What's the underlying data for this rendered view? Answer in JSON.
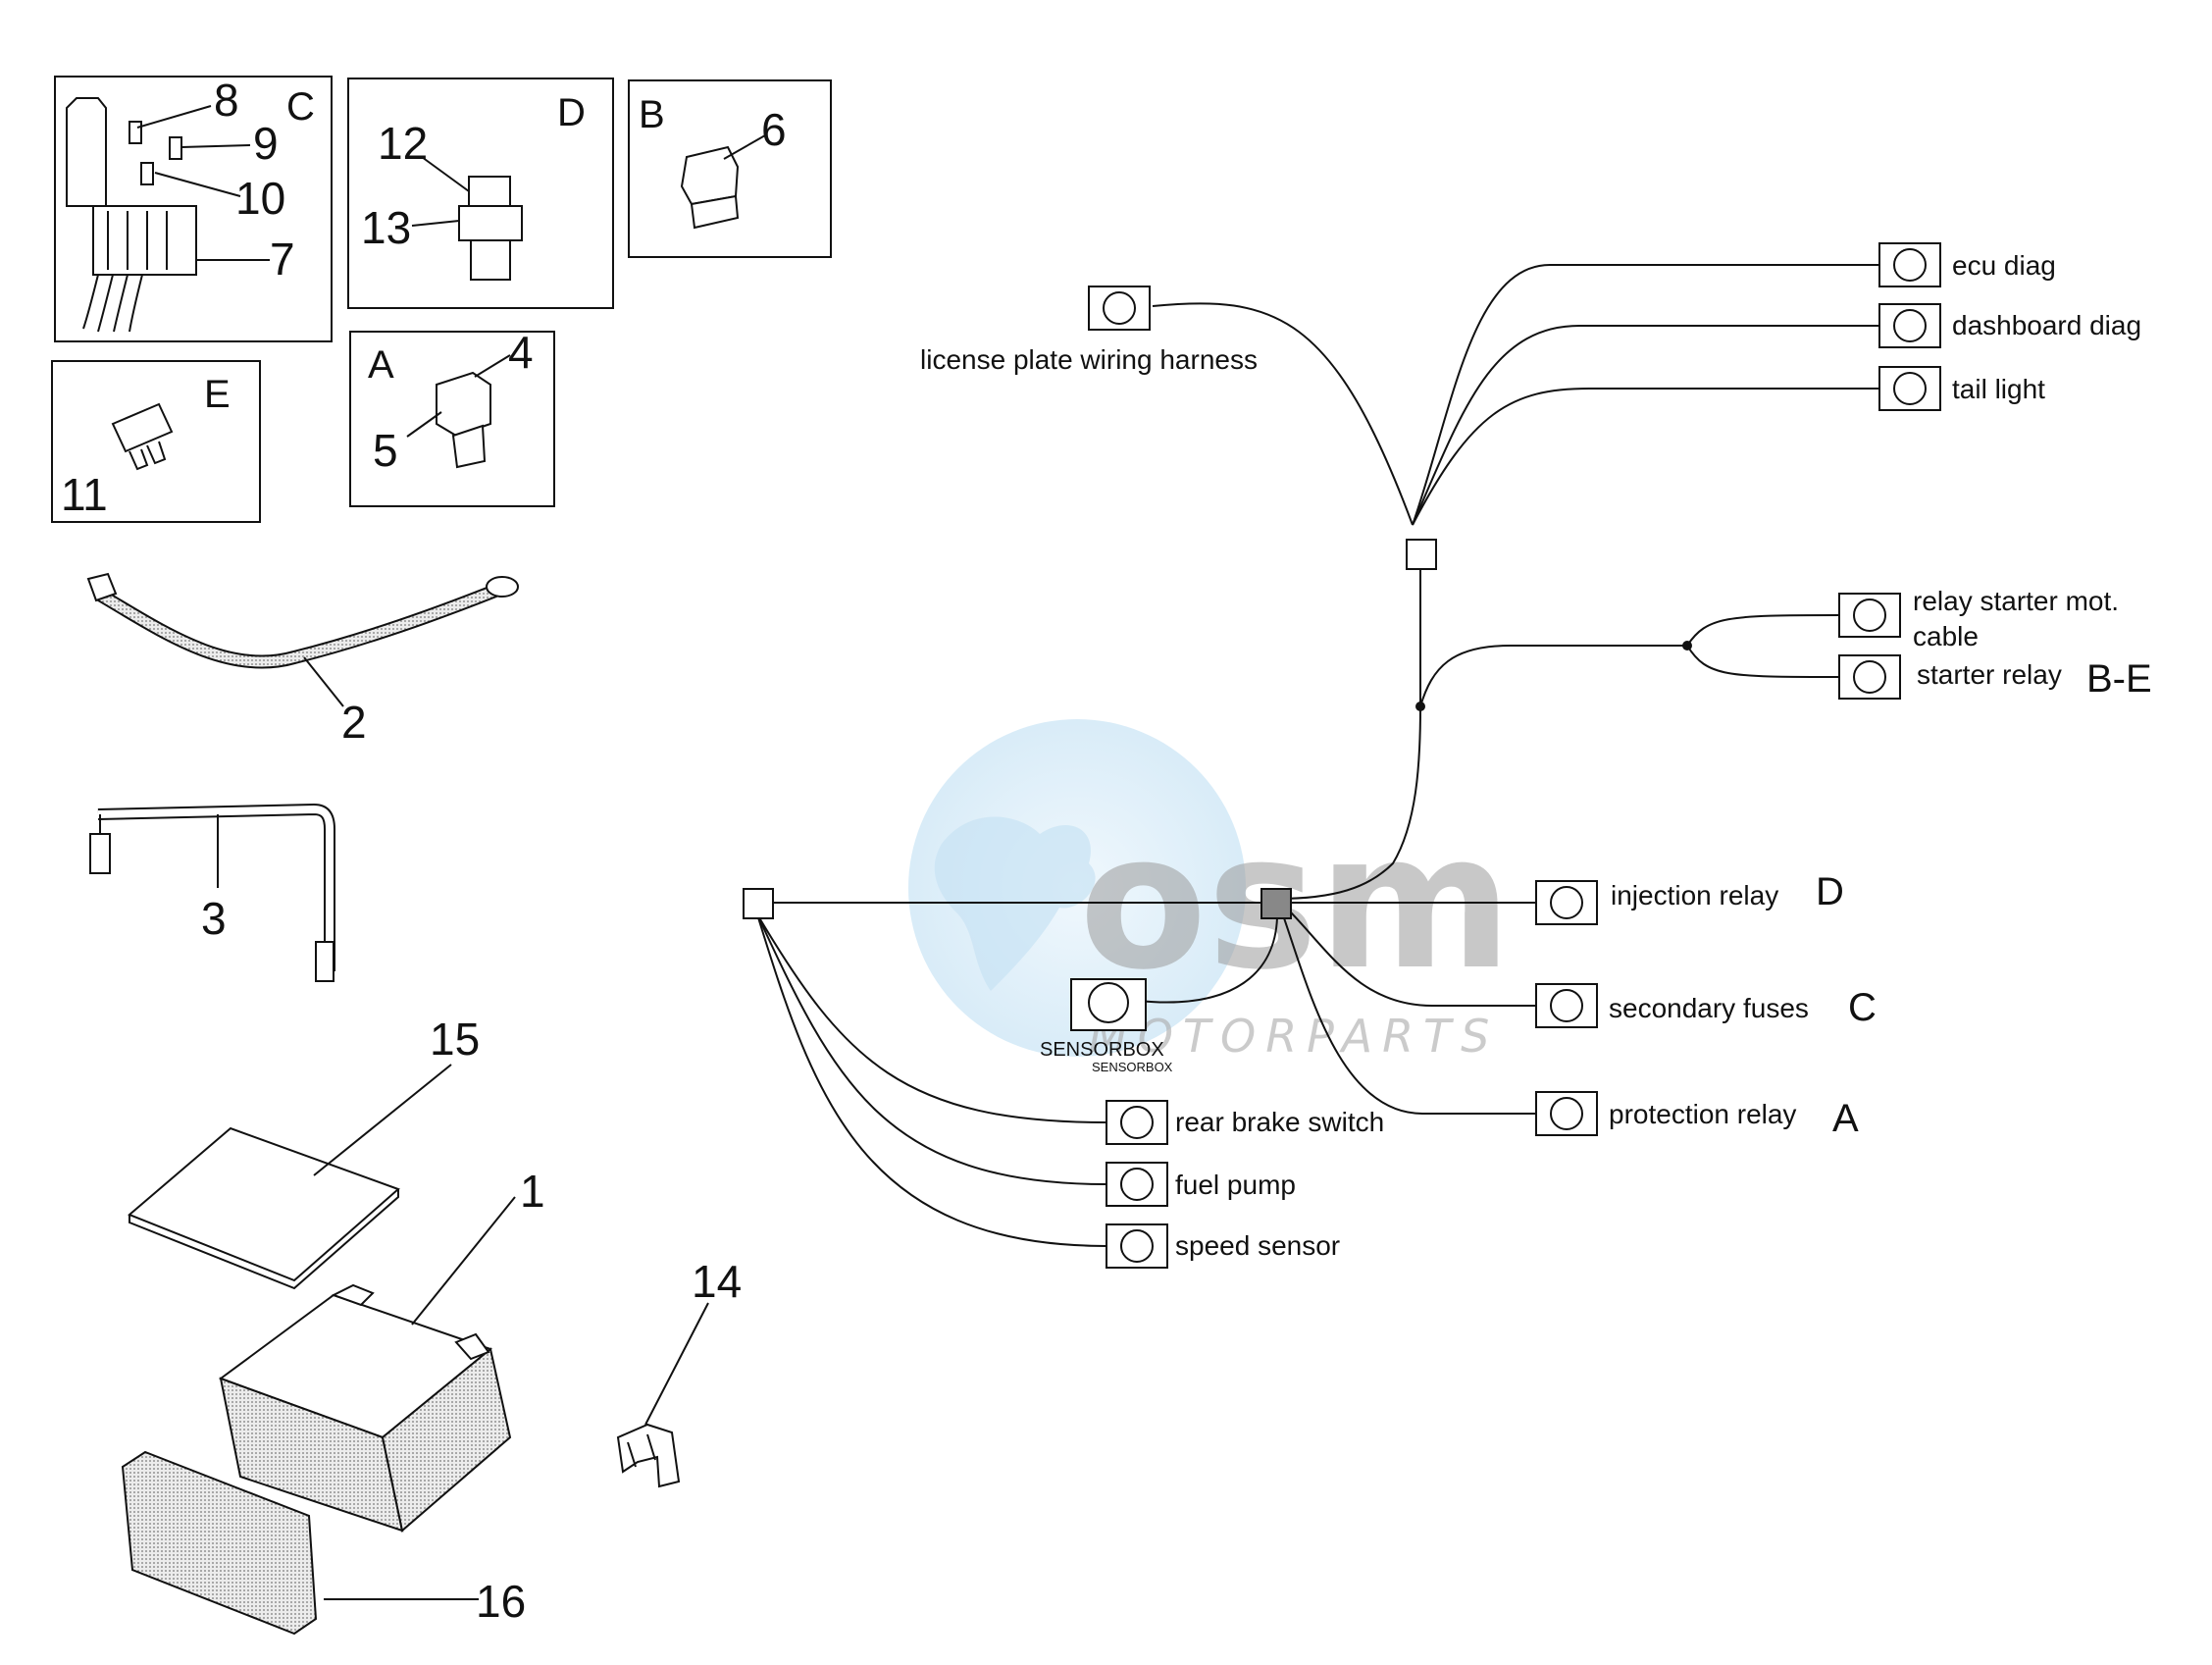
{
  "watermark": {
    "brand": "osm",
    "tagline": "MOTORPARTS"
  },
  "kit_boxes": {
    "C": {
      "letter": "C",
      "parts": [
        "8",
        "9",
        "10",
        "7"
      ]
    },
    "D": {
      "letter": "D",
      "parts": [
        "12",
        "13"
      ]
    },
    "B": {
      "letter": "B",
      "parts": [
        "6"
      ]
    },
    "E": {
      "letter": "E",
      "parts": [
        "11"
      ]
    },
    "A": {
      "letter": "A",
      "parts": [
        "4",
        "5"
      ]
    }
  },
  "loose_parts": [
    "2",
    "3",
    "15",
    "1",
    "16",
    "14"
  ],
  "harness_connectors": {
    "license_plate": "license plate wiring harness",
    "ecu_diag": "ecu diag",
    "dashboard_diag": "dashboard diag",
    "tail_light": "tail light",
    "relay_starter_line1": "relay starter mot.",
    "relay_starter_line2": "cable",
    "starter_relay": "starter relay",
    "starter_relay_ref": "B-E",
    "injection_relay": "injection relay",
    "injection_relay_ref": "D",
    "secondary_fuses": "secondary fuses",
    "secondary_fuses_ref": "C",
    "protection_relay": "protection relay",
    "protection_relay_ref": "A",
    "sensorbox": "SENSORBOX",
    "sensorbox_small": "SENSORBOX",
    "rear_brake_switch": "rear brake switch",
    "fuel_pump": "fuel pump",
    "speed_sensor": "speed sensor"
  }
}
